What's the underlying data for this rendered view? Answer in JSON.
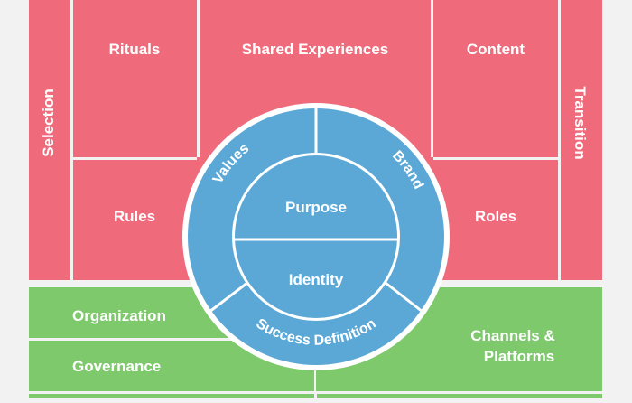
{
  "colors": {
    "background": "#f2f2f2",
    "red_block": "#ef6a7b",
    "green_block": "#7dc96c",
    "blue_ring": "#5ba8d6",
    "divider": "#ffffff",
    "text": "#ffffff"
  },
  "diagram": {
    "left_side_label": "Selection",
    "right_side_label": "Transition",
    "top_row": [
      "Rituals",
      "Shared Experiences",
      "Content"
    ],
    "middle_row": [
      "Rules",
      "Roles"
    ],
    "green_left": [
      "Organization",
      "Governance"
    ],
    "green_right_line1": "Channels &",
    "green_right_line2": "Platforms",
    "ring": {
      "left_arc": "Values",
      "right_arc": "Brand",
      "bottom_arc": "Success Definition"
    },
    "core": {
      "top": "Purpose",
      "bottom": "Identity"
    }
  }
}
